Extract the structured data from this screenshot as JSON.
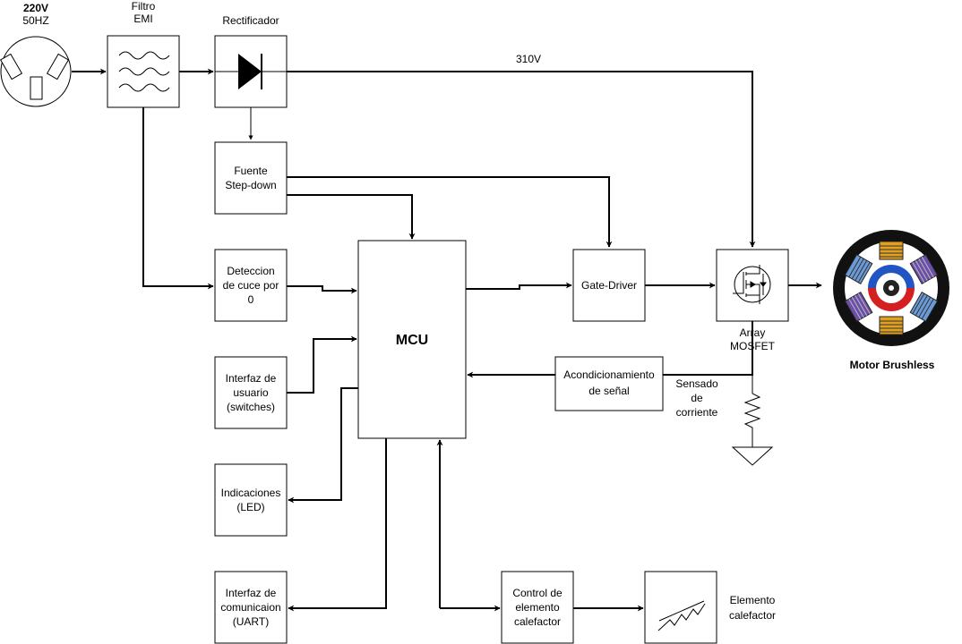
{
  "source": {
    "voltage": "220V",
    "frequency": "50HZ"
  },
  "blocks": {
    "emi": [
      "Filtro",
      "EMI"
    ],
    "rect": [
      "Rectificador"
    ],
    "stepdown": [
      "Fuente",
      "Step-down"
    ],
    "zero": [
      "Deteccion",
      "de cuce por",
      "0"
    ],
    "mcu": [
      "MCU"
    ],
    "ui": [
      "Interfaz de",
      "usuario",
      "(switches)"
    ],
    "led": [
      "Indicaciones",
      "(LED)"
    ],
    "uart": [
      "Interfaz de",
      "comunicaion",
      "(UART)"
    ],
    "heatctl": [
      "Control de",
      "elemento",
      "calefactor"
    ],
    "gate": [
      "Gate-Driver"
    ],
    "mosfet": [
      "Array",
      "MOSFET"
    ],
    "signal": [
      "Acondicionamiento",
      "de señal"
    ],
    "current": [
      "Sensado",
      "de",
      "corriente"
    ],
    "heater": [
      "Elemento",
      "calefactor"
    ],
    "motor": [
      "Motor Brushless"
    ]
  },
  "bus_label": "310V",
  "colors": {
    "line": "#000000",
    "box": "#ffffff"
  }
}
